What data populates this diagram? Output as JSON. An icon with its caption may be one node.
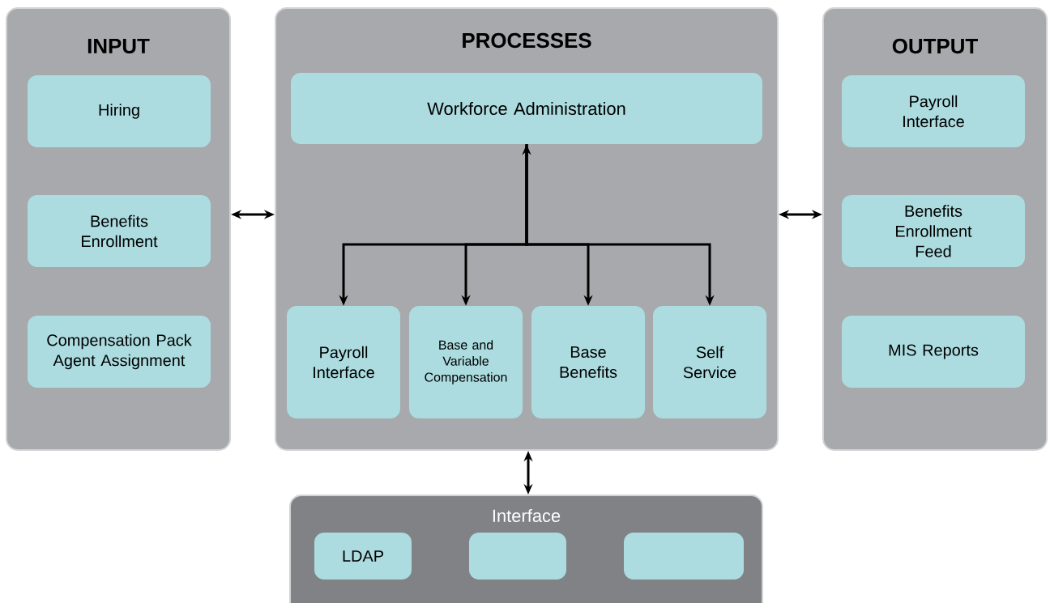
{
  "diagram": {
    "nodes": [
      {
        "text": [
          "INPUT"
        ]
      },
      {
        "text": [
          "Hiring"
        ],
        "in": 0
      },
      {
        "text": [
          "Benefits Enrollment"
        ],
        "in": 0
      },
      {
        "text": [
          "Compensation Pack Agent Assignment"
        ],
        "in": 0
      },
      {
        "text": [
          "PROCESSES"
        ]
      },
      {
        "text": [
          "Workforce Administration"
        ],
        "in": 4
      },
      {
        "text": [
          "Payroll Interface"
        ],
        "in": 4
      },
      {
        "text": [
          "Base and Variable Compensation"
        ],
        "in": 4
      },
      {
        "text": [
          "Base Benefits"
        ],
        "in": 4
      },
      {
        "text": [
          "Self Service"
        ],
        "in": 4
      },
      {
        "text": [
          "OUTPUT"
        ]
      },
      {
        "text": [
          "Payroll Interface"
        ],
        "in": 10
      },
      {
        "text": [
          "Benefits Enrollment Feed"
        ],
        "in": 10
      },
      {
        "text": [
          "MIS Reports"
        ],
        "in": 10
      },
      {
        "text": [
          "Interface"
        ]
      },
      {
        "text": [
          "LDAP"
        ],
        "in": 14
      },
      {
        "text": [],
        "shape": "box",
        "in": 14
      },
      {
        "text": [],
        "shape": "box",
        "in": 14
      }
    ],
    "edges": [
      {
        "from": 0,
        "to": 4,
        "arrow": "both"
      },
      {
        "from": 4,
        "to": 10,
        "arrow": "both"
      },
      {
        "from": 4,
        "to": 14,
        "arrow": "both"
      },
      {
        "from": 5,
        "to": 6,
        "arrow": "both"
      },
      {
        "from": 5,
        "to": 7,
        "arrow": "to"
      },
      {
        "from": 5,
        "to": 8,
        "arrow": "to"
      },
      {
        "from": 5,
        "to": 9,
        "arrow": "to"
      }
    ]
  }
}
